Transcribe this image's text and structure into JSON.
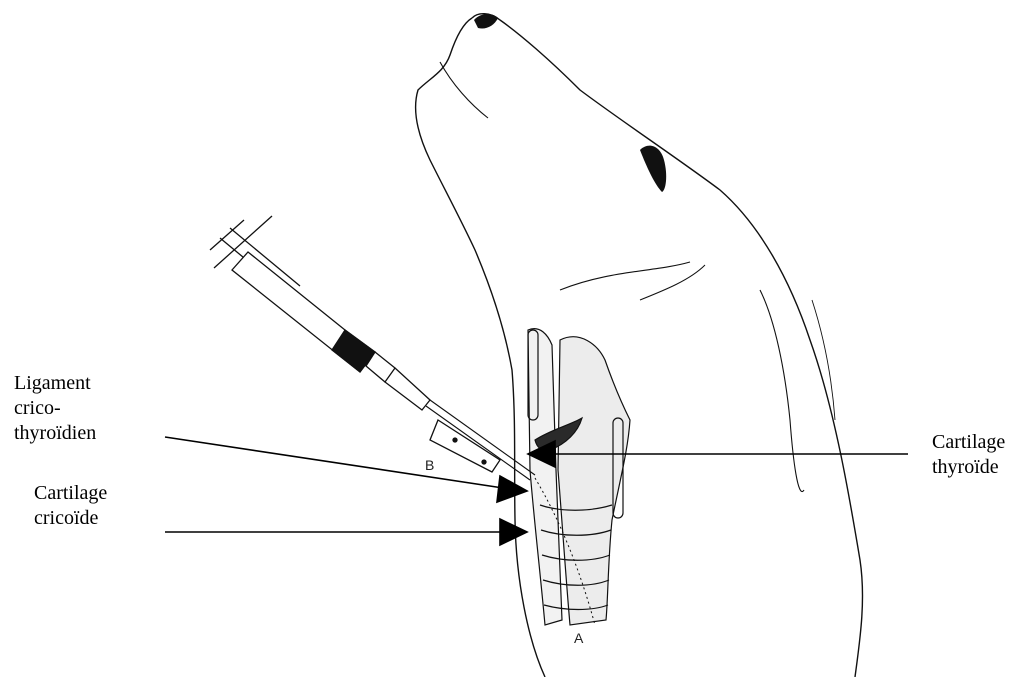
{
  "labels": {
    "ligament": "Ligament\ncrico-\nthyroïdien",
    "cricoide": "Cartilage\ncricoïde",
    "thyroide": "Cartilage\nthyroïde"
  },
  "figure_letters": {
    "a": "A",
    "b": "B"
  },
  "colors": {
    "ink": "#000000",
    "shade": "#2a2a2a",
    "background": "#ffffff"
  }
}
